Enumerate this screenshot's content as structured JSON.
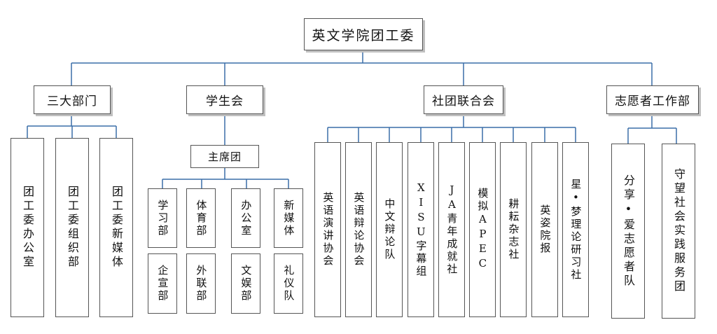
{
  "root": "英文学院团工委",
  "departments": [
    {
      "name": "三大部门",
      "children": [
        "团工委办公室",
        "团工委组织部",
        "团工委新媒体"
      ]
    },
    {
      "name": "学生会",
      "presidium": "主席团",
      "children": [
        [
          "学习部",
          "企宣部"
        ],
        [
          "体育部",
          "外联部"
        ],
        [
          "办公室",
          "文娱部"
        ],
        [
          "新媒体",
          "礼仪队"
        ]
      ]
    },
    {
      "name": "社团联合会",
      "children": [
        "英语演讲协会",
        "英语辩论协会",
        "中文辩论队",
        "XISU字幕组",
        "JA青年成就社",
        "模拟APEC",
        "耕耘杂志社",
        "英姿院报",
        "星•梦理论研习社"
      ]
    },
    {
      "name": "志愿者工作部",
      "children": [
        "分享•爱志愿者队",
        "守望社会实践服务团"
      ]
    }
  ],
  "colors": {
    "line": "#3a6ea8",
    "border": "#555555",
    "shadow": "#bfbfbf"
  }
}
